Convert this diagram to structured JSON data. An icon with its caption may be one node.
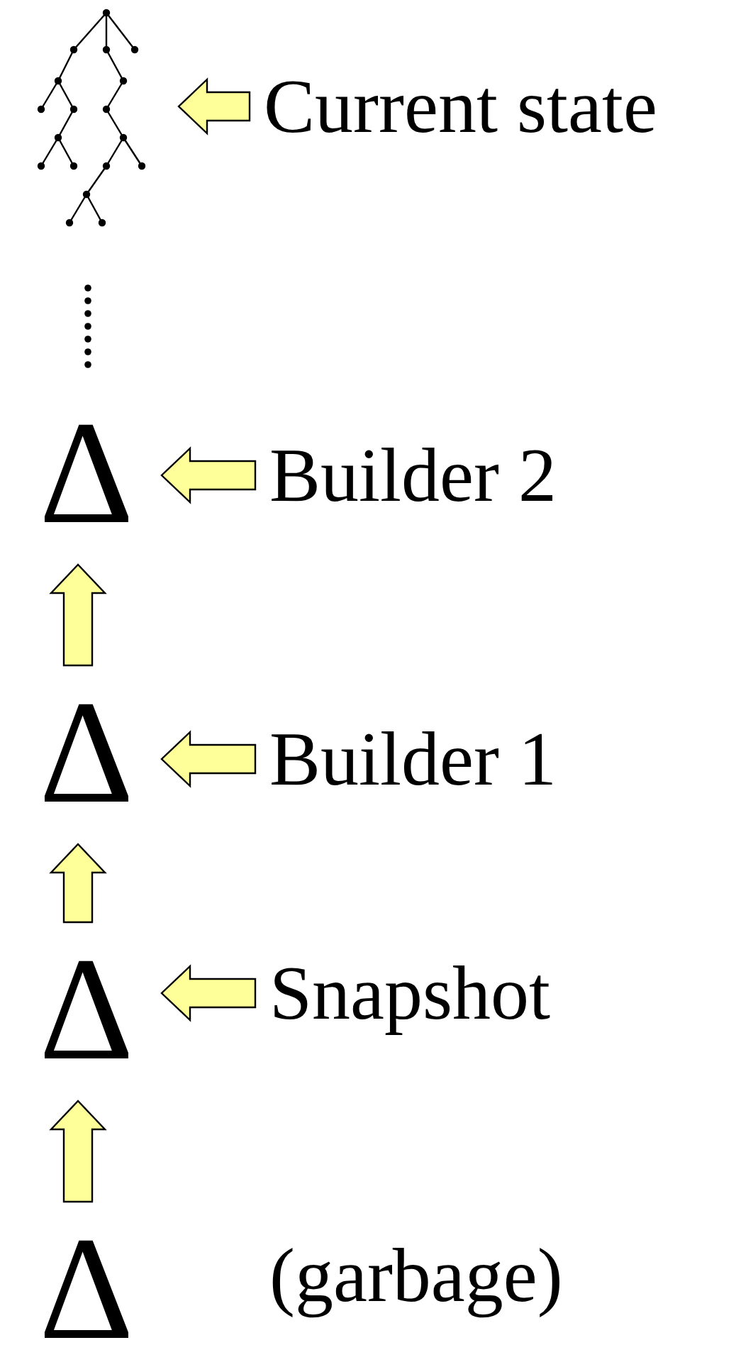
{
  "diagram": {
    "nodes": [
      {
        "text": [],
        "shape": "picture"
      },
      {
        "text": [
          "Current state"
        ]
      },
      {
        "text": [
          "Δ"
        ]
      },
      {
        "text": [
          "Builder 2"
        ]
      },
      {
        "text": [
          "Δ"
        ]
      },
      {
        "text": [
          "Builder 1"
        ]
      },
      {
        "text": [
          "Δ"
        ]
      },
      {
        "text": [
          "Snapshot"
        ]
      },
      {
        "text": [
          "Δ"
        ]
      }
    ],
    "edges": [
      {
        "from": 1,
        "to": 0,
        "arrow": "to"
      },
      {
        "from": 3,
        "to": 2,
        "arrow": "to"
      },
      {
        "from": 4,
        "to": 2,
        "arrow": "to"
      },
      {
        "from": 5,
        "to": 4,
        "arrow": "to"
      },
      {
        "from": 6,
        "to": 4,
        "arrow": "to"
      },
      {
        "from": 7,
        "to": 6,
        "arrow": "to"
      },
      {
        "from": 8,
        "to": 6,
        "arrow": "to"
      }
    ],
    "labels": [
      "(garbage)"
    ]
  }
}
